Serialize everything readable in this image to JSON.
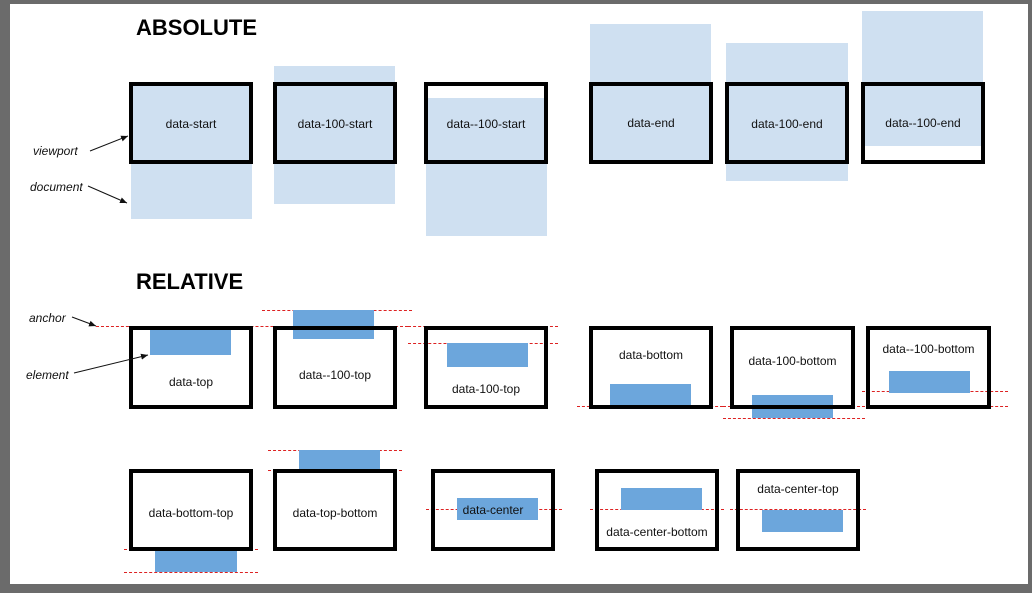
{
  "headings": {
    "absolute": "ABSOLUTE",
    "relative": "RELATIVE"
  },
  "side_labels": {
    "viewport": "viewport",
    "document": "document",
    "anchor": "anchor",
    "element": "element"
  },
  "absolute_examples": [
    {
      "label": "data-start"
    },
    {
      "label": "data-100-start"
    },
    {
      "label": "data--100-start"
    },
    {
      "label": "data-end"
    },
    {
      "label": "data-100-end"
    },
    {
      "label": "data--100-end"
    }
  ],
  "relative_examples": [
    {
      "label": "data-top"
    },
    {
      "label": "data--100-top"
    },
    {
      "label": "data-100-top"
    },
    {
      "label": "data-bottom"
    },
    {
      "label": "data-100-bottom"
    },
    {
      "label": "data--100-bottom"
    },
    {
      "label": "data-bottom-top"
    },
    {
      "label": "data-top-bottom"
    },
    {
      "label": "data-center"
    },
    {
      "label": "data-center-bottom"
    },
    {
      "label": "data-center-top"
    }
  ],
  "colors": {
    "document": "#cfe0f1",
    "element": "#6ca6dc",
    "viewport_border": "#000000",
    "guide_line": "#dd2222",
    "frame": "#6b6b6b"
  }
}
